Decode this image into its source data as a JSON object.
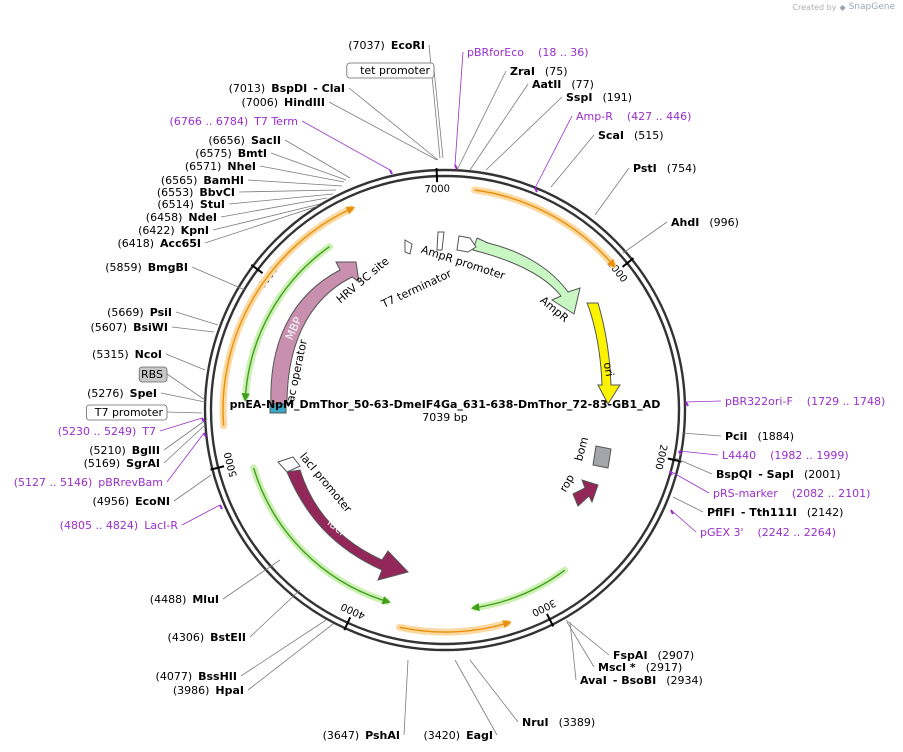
{
  "credit": {
    "prefix": "Created by",
    "brand": "SnapGene"
  },
  "plasmid": {
    "name": "pnEA-NpM_DmThor_50-63-DmeIF4Ga_631-638-DmThor_72-83-GB1_AD",
    "length": "7039 bp"
  },
  "ticks": [
    "1000",
    "2000",
    "3000",
    "4000",
    "5000",
    "6000",
    "7000"
  ],
  "features": {
    "ampr_promoter": "AmpR promoter",
    "ampr": "AmpR",
    "ori": "ori",
    "bom": "bom",
    "rop": "rop",
    "laci": "lacI",
    "laci_promoter": "lacI promoter",
    "lac_operator": "lac operator",
    "mbp": "MBP",
    "hrv": "HRV 3C site",
    "t7term": "T7 terminator"
  },
  "sites": [
    {
      "pos": "(7037)",
      "name": "EcoRI"
    },
    {
      "boxed": "tet promoter"
    },
    {
      "pos": "(7013)",
      "name": "BspDI",
      "name2": "ClaI"
    },
    {
      "pos": "(7006)",
      "name": "HindIII"
    },
    {
      "pos": "(6766 .. 6784)",
      "name": "T7 Term",
      "primer": true
    },
    {
      "pos": "(6656)",
      "name": "SacII"
    },
    {
      "pos": "(6575)",
      "name": "BmtI"
    },
    {
      "pos": "(6571)",
      "name": "NheI"
    },
    {
      "pos": "(6565)",
      "name": "BamHI"
    },
    {
      "pos": "(6553)",
      "name": "BbvCI"
    },
    {
      "pos": "(6514)",
      "name": "StuI"
    },
    {
      "pos": "(6458)",
      "name": "NdeI"
    },
    {
      "pos": "(6422)",
      "name": "KpnI"
    },
    {
      "pos": "(6418)",
      "name": "Acc65I"
    },
    {
      "pos": "(5859)",
      "name": "BmgBI"
    },
    {
      "pos": "(5669)",
      "name": "PsiI"
    },
    {
      "pos": "(5607)",
      "name": "BsiWI"
    },
    {
      "pos": "(5315)",
      "name": "NcoI"
    },
    {
      "boxed": "RBS"
    },
    {
      "pos": "(5276)",
      "name": "SpeI"
    },
    {
      "boxed": "T7 promoter"
    },
    {
      "pos": "(5230 .. 5249)",
      "name": "T7",
      "primer": true
    },
    {
      "pos": "(5210)",
      "name": "BglII"
    },
    {
      "pos": "(5169)",
      "name": "SgrAI"
    },
    {
      "pos": "(5127 .. 5146)",
      "name": "pBRrevBam",
      "primer": true
    },
    {
      "pos": "(4956)",
      "name": "EcoNI"
    },
    {
      "pos": "(4805 .. 4824)",
      "name": "LacI-R",
      "primer": true
    },
    {
      "pos": "(4488)",
      "name": "MluI"
    },
    {
      "pos": "(4306)",
      "name": "BstEII"
    },
    {
      "pos": "(4077)",
      "name": "BssHII"
    },
    {
      "pos": "(3986)",
      "name": "HpaI"
    },
    {
      "pos": "(3647)",
      "name": "PshAI"
    },
    {
      "pos": "(3420)",
      "name": "EagI"
    },
    {
      "pos": "(3389)",
      "name": "NruI"
    },
    {
      "pos": "(2934)",
      "name": "AvaI",
      "name2": "BsoBI"
    },
    {
      "pos": "(2917)",
      "name": "MscI *"
    },
    {
      "pos": "(2907)",
      "name": "FspAI"
    },
    {
      "pos": "(2242 .. 2264)",
      "name": "pGEX 3'",
      "primer": true
    },
    {
      "pos": "(2142)",
      "name": "PflFI",
      "name2": "Tth111I"
    },
    {
      "pos": "(2082 .. 2101)",
      "name": "pRS-marker",
      "primer": true
    },
    {
      "pos": "(2001)",
      "name": "BspQI",
      "name2": "SapI"
    },
    {
      "pos": "(1982 .. 1999)",
      "name": "L4440",
      "primer": true
    },
    {
      "pos": "(1884)",
      "name": "PciI"
    },
    {
      "pos": "(1729 .. 1748)",
      "name": "pBR322ori-F",
      "primer": true
    },
    {
      "pos": "(996)",
      "name": "AhdI"
    },
    {
      "pos": "(754)",
      "name": "PstI"
    },
    {
      "pos": "(515)",
      "name": "ScaI"
    },
    {
      "pos": "(427 .. 446)",
      "name": "Amp-R",
      "primer": true
    },
    {
      "pos": "(191)",
      "name": "SspI"
    },
    {
      "pos": "(77)",
      "name": "AatII"
    },
    {
      "pos": "(75)",
      "name": "ZraI"
    },
    {
      "pos": "(18 .. 36)",
      "name": "pBRforEco",
      "primer": true
    }
  ],
  "colors": {
    "backbone": "#333333",
    "primer": "#9a2ecb",
    "leader": "#7a7a7a",
    "orf_fill": "#fbd9a0",
    "orf_line": "#e8900c",
    "orf_green": "#3f9f1c",
    "ampr": "#c9f7c4",
    "ori": "#fbf300",
    "laci": "#93275a",
    "mbp": "#c890ae",
    "bom": "#a2a6ab",
    "lac_op": "#3aa6c4"
  }
}
